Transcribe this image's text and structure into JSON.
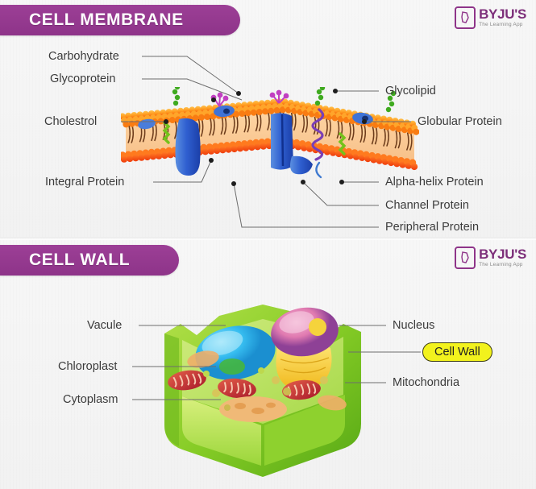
{
  "brand": {
    "name": "BYJU'S",
    "tagline": "The Learning App"
  },
  "sections": [
    {
      "id": "cell-membrane",
      "title": "CELL MEMBRANE",
      "accent": "#8e3489",
      "labels": [
        {
          "key": "carbohydrate",
          "text": "Carbohydrate"
        },
        {
          "key": "glycoprotein",
          "text": "Glycoprotein"
        },
        {
          "key": "cholestrol",
          "text": "Cholestrol"
        },
        {
          "key": "integral-protein",
          "text": "Integral Protein"
        },
        {
          "key": "glycolipid",
          "text": "Glycolipid"
        },
        {
          "key": "globular-protein",
          "text": "Globular Protein"
        },
        {
          "key": "alpha-helix",
          "text": "Alpha-helix Protein"
        },
        {
          "key": "channel-protein",
          "text": "Channel Protein"
        },
        {
          "key": "peripheral-protein",
          "text": "Peripheral Protein"
        }
      ]
    },
    {
      "id": "cell-wall",
      "title": "CELL WALL",
      "accent": "#8e3489",
      "labels": [
        {
          "key": "vacule",
          "text": "Vacule"
        },
        {
          "key": "chloroplast",
          "text": "Chloroplast"
        },
        {
          "key": "cytoplasm",
          "text": "Cytoplasm"
        },
        {
          "key": "nucleus",
          "text": "Nucleus"
        },
        {
          "key": "cell-wall",
          "text": "Cell Wall",
          "highlight": true,
          "highlight_color": "#f2f21d"
        },
        {
          "key": "mitochondria",
          "text": "Mitochondria"
        }
      ]
    }
  ]
}
